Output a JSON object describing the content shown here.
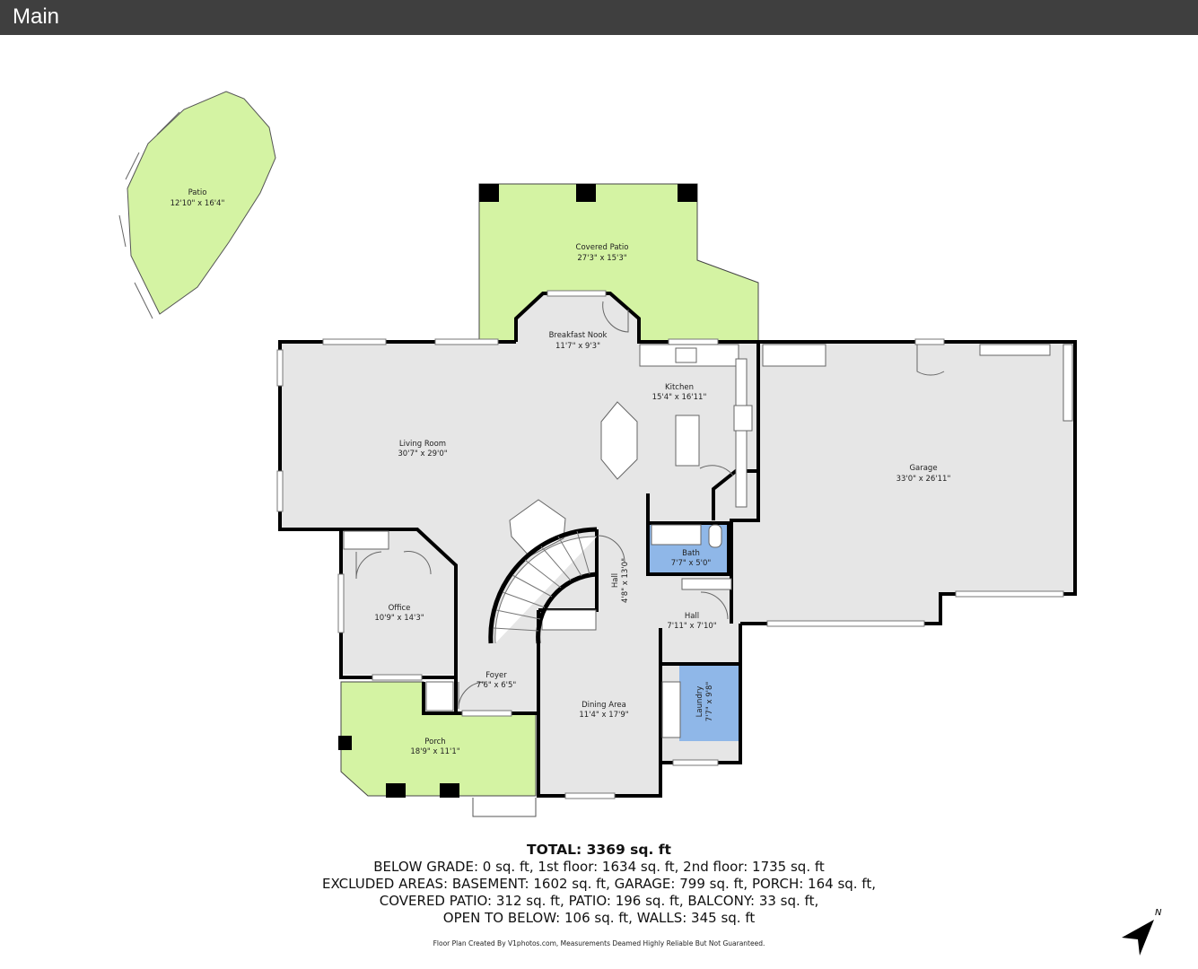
{
  "header": {
    "title": "Main"
  },
  "rooms": {
    "patio": {
      "name": "Patio",
      "dims": "12'10\" x 16'4\""
    },
    "covered_patio": {
      "name": "Covered Patio",
      "dims": "27'3\" x 15'3\""
    },
    "breakfast_nook": {
      "name": "Breakfast Nook",
      "dims": "11'7\" x 9'3\""
    },
    "kitchen": {
      "name": "Kitchen",
      "dims": "15'4\" x 16'11\""
    },
    "living_room": {
      "name": "Living Room",
      "dims": "30'7\" x 29'0\""
    },
    "garage": {
      "name": "Garage",
      "dims": "33'0\" x 26'11\""
    },
    "bath": {
      "name": "Bath",
      "dims": "7'7\" x 5'0\""
    },
    "hall_vertical": {
      "name": "Hall",
      "dims": "4'8\" x 13'0\""
    },
    "hall": {
      "name": "Hall",
      "dims": "7'11\" x 7'10\""
    },
    "office": {
      "name": "Office",
      "dims": "10'9\" x 14'3\""
    },
    "foyer": {
      "name": "Foyer",
      "dims": "7'6\" x 6'5\""
    },
    "dining_area": {
      "name": "Dining Area",
      "dims": "11'4\" x 17'9\""
    },
    "laundry": {
      "name": "Laundry",
      "dims": "7'7\" x 9'8\""
    },
    "porch": {
      "name": "Porch",
      "dims": "18'9\" x 11'1\""
    }
  },
  "summary": {
    "total": "TOTAL: 3369 sq. ft",
    "line1": "BELOW GRADE: 0 sq. ft, 1st floor: 1634 sq. ft, 2nd floor: 1735 sq. ft",
    "line2": "EXCLUDED AREAS: BASEMENT: 1602 sq. ft, GARAGE: 799 sq. ft, PORCH: 164 sq. ft,",
    "line3": "COVERED PATIO: 312 sq. ft, PATIO: 196 sq. ft, BALCONY: 33 sq. ft,",
    "line4": "OPEN TO BELOW: 106 sq. ft, WALLS: 345 sq. ft"
  },
  "footer": "Floor Plan Created By V1photos.com, Measurements Deamed Highly Reliable But Not Guaranteed.",
  "compass": {
    "label": "N"
  },
  "colors": {
    "header": "#3f3f3f",
    "floor": "#e6e6e6",
    "outdoor": "#d4f3a3",
    "wet_room": "#8fb7e8",
    "wall": "#000000"
  }
}
